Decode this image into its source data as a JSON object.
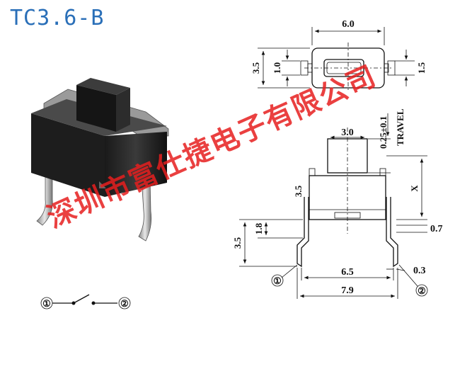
{
  "title": "TC3.6-B",
  "dimensions": {
    "top_width": "6.0",
    "top_height": "3.5",
    "slot_height": "1.0",
    "pad_height": "1.5",
    "actuator_width": "3.0",
    "travel_value": "0.25±0.1",
    "travel_label": "TRAVEL",
    "body_height": "3.5",
    "x_label": "X",
    "lead_step": "1.8",
    "lead_length": "3.5",
    "lead_thickness": "0.7",
    "lead_spacing": "6.5",
    "lead_width": "0.3",
    "overall_width": "7.9"
  },
  "pins": {
    "pin1": "①",
    "pin2": "②"
  },
  "schematic": {
    "left": "①",
    "right": "②"
  },
  "watermark": "深圳市富仕捷电子有限公司",
  "colors": {
    "title": "#2a6fb8",
    "watermark": "#e61e1e"
  }
}
